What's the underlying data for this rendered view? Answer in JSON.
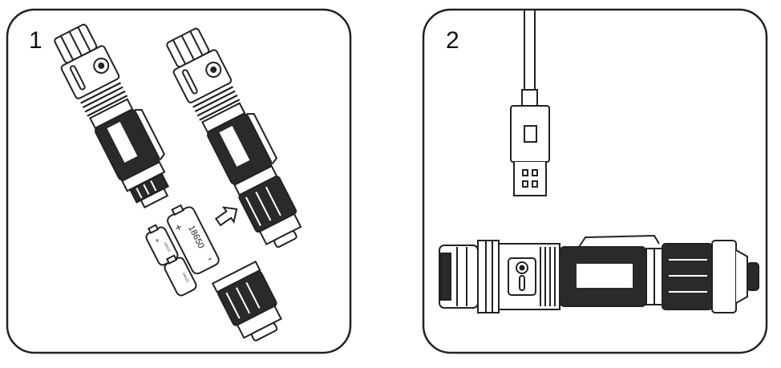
{
  "panels": [
    {
      "number": "1",
      "battery_label": "18650",
      "battery_plus": "+",
      "battery_minus": "-",
      "cell_plus": "+",
      "cell_label": "CR123"
    },
    {
      "number": "2"
    }
  ],
  "colors": {
    "stroke": "#222222",
    "dark_fill": "#2a2a2a",
    "background": "#ffffff"
  }
}
